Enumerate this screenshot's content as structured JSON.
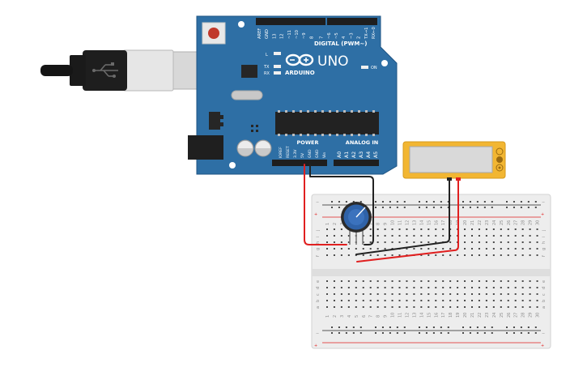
{
  "arduino": {
    "model_label": "UNO",
    "brand_label": "ARDUINO",
    "digital_header_label": "DIGITAL (PWM~)",
    "power_header_label": "POWER",
    "analog_header_label": "ANALOG IN",
    "led_l_label": "L",
    "led_tx_label": "TX",
    "led_rx_label": "RX",
    "led_on_label": "ON",
    "top_pin_labels": [
      "AREF",
      "GND",
      "13",
      "12",
      "~11",
      "~10",
      "~9",
      "8",
      "7",
      "~6",
      "~5",
      "4",
      "~3",
      "2",
      "TX→1",
      "RX←0"
    ],
    "power_pin_labels": [
      "IOREF",
      "RESET",
      "3.3V",
      "5V",
      "GND",
      "GND",
      "Vin"
    ],
    "analog_pin_labels": [
      "A0",
      "A1",
      "A2",
      "A3",
      "A4",
      "A5"
    ]
  },
  "breadboard": {
    "row_letters_top": [
      "j",
      "i",
      "h",
      "g",
      "f"
    ],
    "row_letters_bottom": [
      "e",
      "d",
      "c",
      "b",
      "a"
    ],
    "rail_minus": "−",
    "rail_plus": "+",
    "column_numbers": [
      "1",
      "2",
      "3",
      "4",
      "5",
      "6",
      "7",
      "8",
      "9",
      "10",
      "11",
      "12",
      "13",
      "14",
      "15",
      "16",
      "17",
      "18",
      "19",
      "20",
      "21",
      "22",
      "23",
      "24",
      "25",
      "26",
      "27",
      "28",
      "29",
      "30"
    ]
  },
  "colors": {
    "board": "#2e6fa5",
    "board_dark": "#1f5584",
    "wire_red": "#e02020",
    "wire_black": "#222222",
    "meter_frame": "#f2b632",
    "breadboard": "#ededed"
  },
  "icons": {
    "usb_cable": "usb-b-cable-icon",
    "potentiometer": "potentiometer-icon",
    "infinity_logo": "arduino-infinity-logo-icon"
  }
}
